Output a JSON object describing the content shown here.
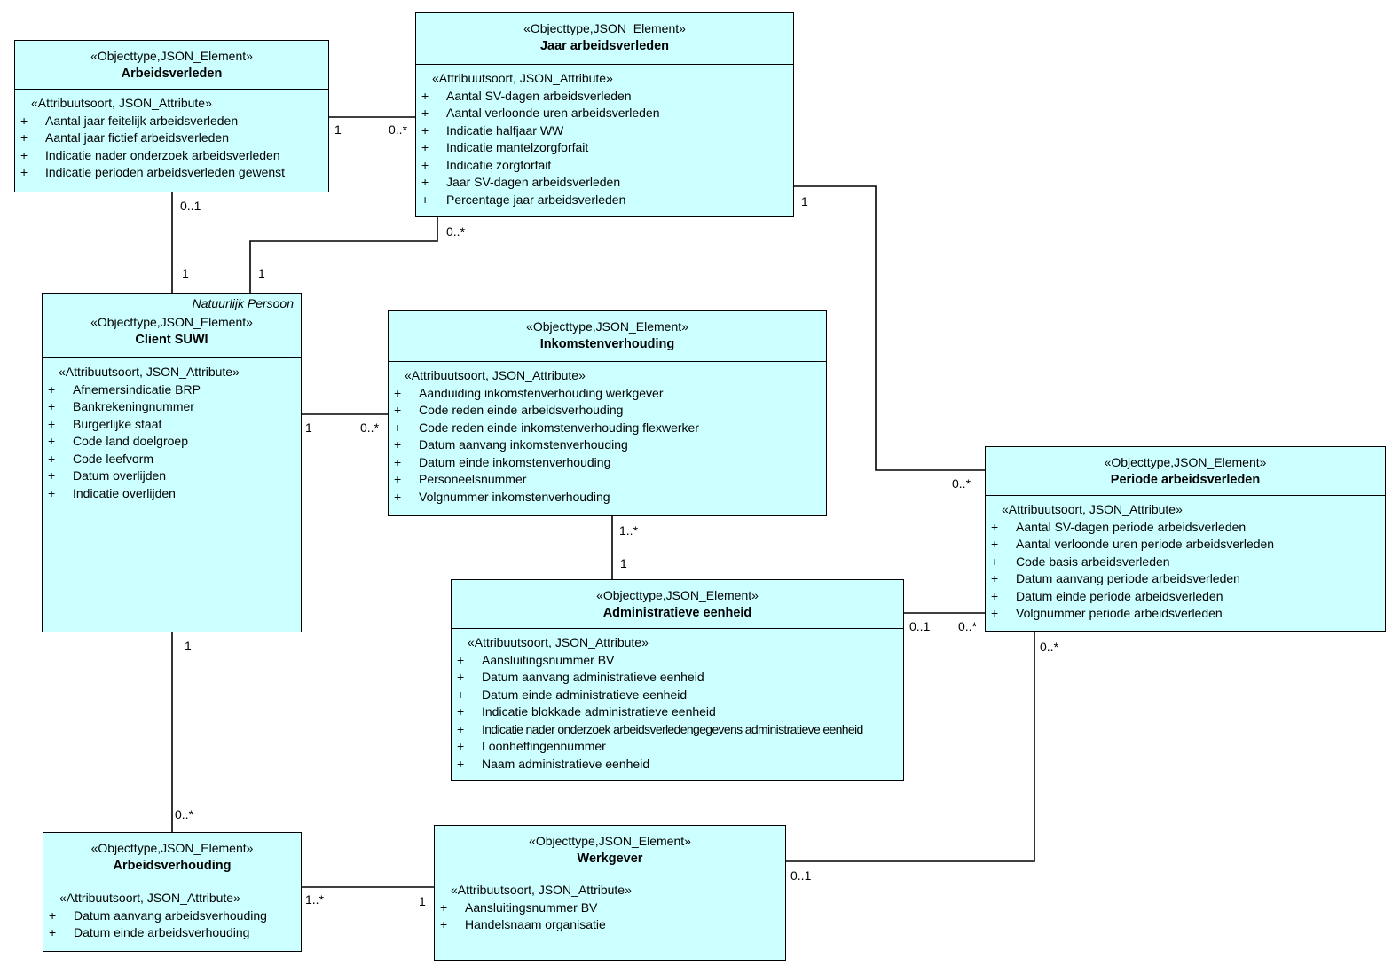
{
  "diagram": {
    "visibility_symbol": "+",
    "colors": {
      "box_fill": "#ccffff",
      "box_border": "#000000",
      "line": "#000000",
      "background": "#ffffff",
      "text": "#000000"
    }
  },
  "classes": [
    {
      "id": "arbeidsverleden",
      "stereotype": "«Objecttype,JSON_Element»",
      "name": "Arbeidsverleden",
      "attr_stereotype": "«Attribuutsoort, JSON_Attribute»",
      "attributes": [
        "Aantal jaar feitelijk arbeidsverleden",
        "Aantal jaar fictief arbeidsverleden",
        "Indicatie nader onderzoek arbeidsverleden",
        "Indicatie perioden arbeidsverleden gewenst"
      ]
    },
    {
      "id": "jaar-arbeidsverleden",
      "stereotype": "«Objecttype,JSON_Element»",
      "name": "Jaar arbeidsverleden",
      "attr_stereotype": "«Attribuutsoort, JSON_Attribute»",
      "attributes": [
        "Aantal SV-dagen arbeidsverleden",
        "Aantal verloonde uren arbeidsverleden",
        "Indicatie halfjaar WW",
        "Indicatie mantelzorgforfait",
        "Indicatie zorgforfait",
        "Jaar SV-dagen arbeidsverleden",
        "Percentage jaar arbeidsverleden"
      ]
    },
    {
      "id": "client-suwi",
      "parent_label": "Natuurlijk Persoon",
      "stereotype": "«Objecttype,JSON_Element»",
      "name": "Client SUWI",
      "attr_stereotype": "«Attribuutsoort, JSON_Attribute»",
      "attributes": [
        "Afnemersindicatie BRP",
        "Bankrekeningnummer",
        "Burgerlijke staat",
        "Code land doelgroep",
        "Code leefvorm",
        "Datum overlijden",
        "Indicatie overlijden"
      ]
    },
    {
      "id": "inkomstenverhouding",
      "stereotype": "«Objecttype,JSON_Element»",
      "name": "Inkomstenverhouding",
      "attr_stereotype": "«Attribuutsoort, JSON_Attribute»",
      "attributes": [
        "Aanduiding inkomstenverhouding werkgever",
        "Code reden einde arbeidsverhouding",
        "Code reden einde inkomstenverhouding flexwerker",
        "Datum aanvang inkomstenverhouding",
        "Datum einde inkomstenverhouding",
        "Personeelsnummer",
        "Volgnummer inkomstenverhouding"
      ]
    },
    {
      "id": "periode-arbeidsverleden",
      "stereotype": "«Objecttype,JSON_Element»",
      "name": "Periode arbeidsverleden",
      "attr_stereotype": "«Attribuutsoort, JSON_Attribute»",
      "attributes": [
        "Aantal SV-dagen periode arbeidsverleden",
        "Aantal verloonde uren periode arbeidsverleden",
        "Code basis arbeidsverleden",
        "Datum aanvang periode arbeidsverleden",
        "Datum einde periode arbeidsverleden",
        "Volgnummer periode arbeidsverleden"
      ]
    },
    {
      "id": "administratieve-eenheid",
      "stereotype": "«Objecttype,JSON_Element»",
      "name": "Administratieve eenheid",
      "attr_stereotype": "«Attribuutsoort, JSON_Attribute»",
      "attributes": [
        "Aansluitingsnummer BV",
        "Datum aanvang administratieve eenheid",
        "Datum einde administratieve eenheid",
        "Indicatie blokkade administratieve eenheid",
        "Indicatie nader onderzoek arbeidsverledengegevens administratieve eenheid",
        "Loonheffingennummer",
        "Naam administratieve eenheid"
      ]
    },
    {
      "id": "arbeidsverhouding",
      "stereotype": "«Objecttype,JSON_Element»",
      "name": "Arbeidsverhouding",
      "attr_stereotype": "«Attribuutsoort, JSON_Attribute»",
      "attributes": [
        "Datum aanvang arbeidsverhouding",
        "Datum einde arbeidsverhouding"
      ]
    },
    {
      "id": "werkgever",
      "stereotype": "«Objecttype,JSON_Element»",
      "name": "Werkgever",
      "attr_stereotype": "«Attribuutsoort, JSON_Attribute»",
      "attributes": [
        "Aansluitingsnummer BV",
        "Handelsnaam organisatie"
      ]
    }
  ],
  "connections": [
    {
      "from": "arbeidsverleden",
      "to": "jaar-arbeidsverleden",
      "from_multiplicity": "1",
      "to_multiplicity": "0..*"
    },
    {
      "from": "arbeidsverleden",
      "to": "client-suwi",
      "from_multiplicity": "0..1",
      "to_multiplicity": "1"
    },
    {
      "from": "jaar-arbeidsverleden",
      "to": "client-suwi",
      "from_multiplicity": "0..*",
      "to_multiplicity": "1"
    },
    {
      "from": "jaar-arbeidsverleden",
      "to": "periode-arbeidsverleden",
      "from_multiplicity": "1",
      "to_multiplicity": "0..*"
    },
    {
      "from": "client-suwi",
      "to": "inkomstenverhouding",
      "from_multiplicity": "1",
      "to_multiplicity": "0..*"
    },
    {
      "from": "inkomstenverhouding",
      "to": "administratieve-eenheid",
      "from_multiplicity": "1..*",
      "to_multiplicity": "1"
    },
    {
      "from": "administratieve-eenheid",
      "to": "periode-arbeidsverleden",
      "from_multiplicity": "0..1",
      "to_multiplicity": "0..*"
    },
    {
      "from": "client-suwi",
      "to": "arbeidsverhouding",
      "from_multiplicity": "1",
      "to_multiplicity": "0..*"
    },
    {
      "from": "arbeidsverhouding",
      "to": "werkgever",
      "from_multiplicity": "1..*",
      "to_multiplicity": "1"
    },
    {
      "from": "werkgever",
      "to": "periode-arbeidsverleden",
      "from_multiplicity": "0..1",
      "to_multiplicity": "0..*"
    }
  ]
}
